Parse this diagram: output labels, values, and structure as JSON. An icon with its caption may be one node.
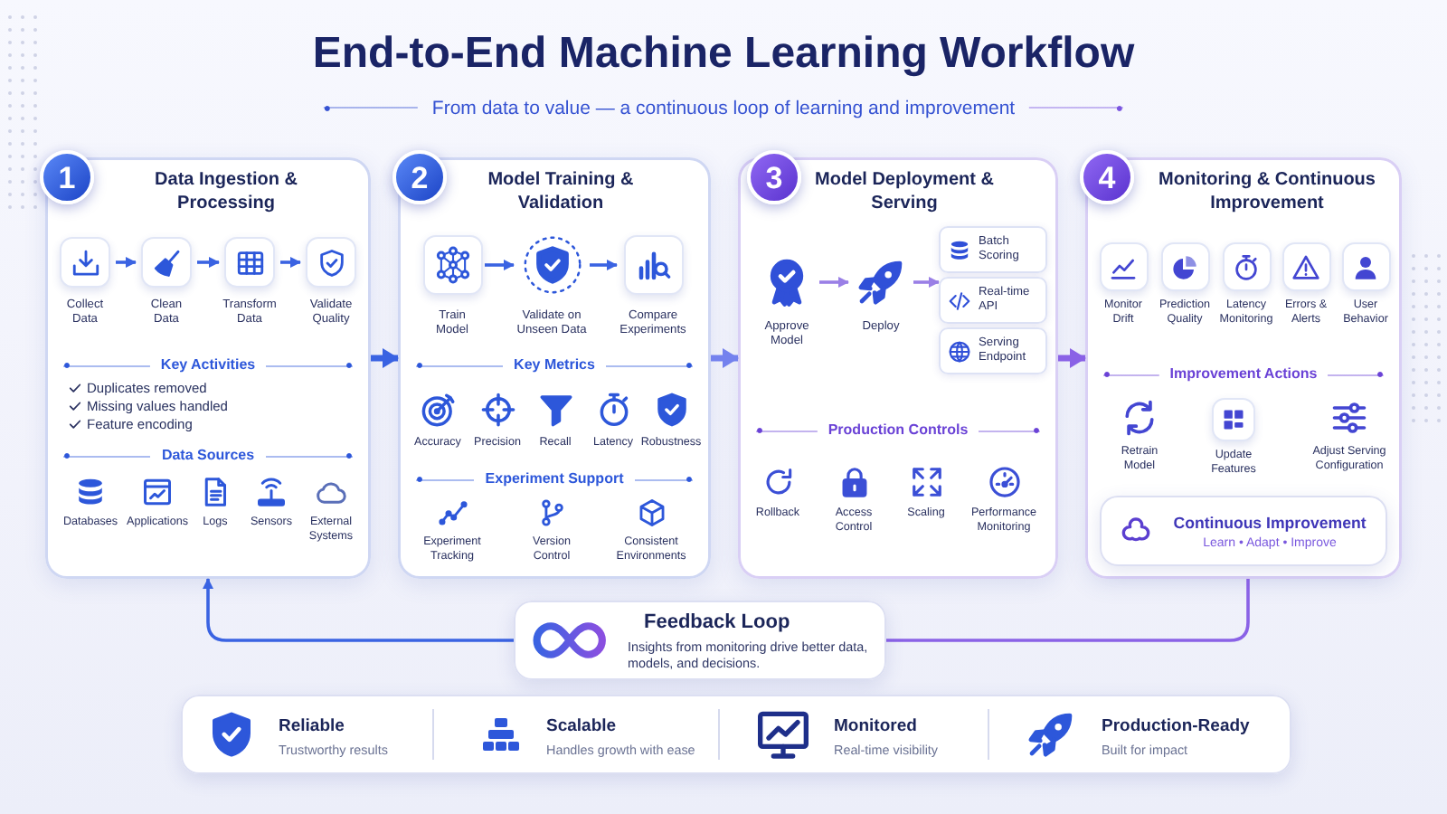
{
  "diagram": {
    "title": "End-to-End Machine Learning Workflow",
    "nodes": [
      {
        "text": [
          "Data Ingestion & Processing",
          "Key Activities",
          "Duplicates removed",
          "Missing values handled",
          "Feature encoding",
          "Data Sources",
          "Databases",
          "Applications",
          "Logs",
          "Sensors",
          "External Systems"
        ]
      },
      {
        "text": [
          "1"
        ]
      },
      {
        "text": [
          "Collect Data"
        ],
        "in": 0
      },
      {
        "text": [
          "Clean Data"
        ],
        "in": 0
      },
      {
        "text": [
          "Transform Data"
        ],
        "in": 0
      },
      {
        "text": [
          "Validate Quality"
        ],
        "in": 0
      },
      {
        "text": [
          "Model Training & Validation",
          "Key Metrics",
          "Accuracy",
          "Precision",
          "Recall",
          "Latency",
          "Robustness",
          "Experiment Support",
          "Experiment Tracking",
          "Version Control",
          "Consistent Environments"
        ]
      },
      {
        "text": [
          "2"
        ]
      },
      {
        "text": [
          "Train Model"
        ],
        "in": 6
      },
      {
        "text": [
          "Validate on Unseen Data"
        ],
        "in": 6
      },
      {
        "text": [
          "Compare Experiments"
        ],
        "in": 6
      },
      {
        "text": [
          "Model Deployment & Serving",
          "Production Controls",
          "Rollback",
          "Access Control",
          "Scaling",
          "Performance Monitoring"
        ]
      },
      {
        "text": [
          "3"
        ]
      },
      {
        "text": [
          "Approve Model"
        ],
        "in": 11
      },
      {
        "text": [
          "Deploy"
        ],
        "in": 11
      },
      {
        "text": [
          "Batch Scoring"
        ],
        "in": 11
      },
      {
        "text": [
          "Real-time API"
        ],
        "in": 11
      },
      {
        "text": [
          "Serving Endpoint"
        ],
        "in": 11
      },
      {
        "text": [
          "Monitoring & Continuous Improvement",
          "Monitor Drift",
          "Prediction Quality",
          "Latency Monitoring",
          "Errors & Alerts",
          "User Behavior",
          "Improvement Actions",
          "Retrain Model",
          "Update Features",
          "Adjust Serving Configuration"
        ]
      },
      {
        "text": [
          "4"
        ]
      },
      {
        "text": [
          "Continuous Improvement",
          "Learn • Adapt • Improve"
        ],
        "in": 18
      },
      {
        "text": [
          "Feedback Loop",
          "Insights from monitoring drive better data, models, and decisions."
        ]
      },
      {
        "text": [
          "Reliable",
          "Trustworthy results",
          "Scalable",
          "Handles growth with ease",
          "Monitored",
          "Real-time visibility",
          "Production-Ready",
          "Built for impact"
        ]
      }
    ],
    "edges": [
      {
        "from": 2,
        "to": 3,
        "arrow": "to"
      },
      {
        "from": 3,
        "to": 4,
        "arrow": "to"
      },
      {
        "from": 4,
        "to": 5,
        "arrow": "to"
      },
      {
        "from": 0,
        "to": 6,
        "arrow": "to",
        "style": "thick"
      },
      {
        "from": 8,
        "to": 9,
        "arrow": "to"
      },
      {
        "from": 9,
        "to": 10,
        "arrow": "to"
      },
      {
        "from": 6,
        "to": 11,
        "arrow": "to",
        "style": "thick",
        "color": "#7482ee"
      },
      {
        "from": 13,
        "to": 14,
        "arrow": "to",
        "color": "#9a7fe6"
      },
      {
        "from": 14,
        "to": 16,
        "arrow": "to",
        "color": "#9a7fe6"
      },
      {
        "from": 11,
        "to": 18,
        "arrow": "to",
        "style": "thick",
        "color": "#8a62e6"
      },
      {
        "from": 18,
        "to": 21,
        "arrow": "none",
        "color": "#8a62e6"
      },
      {
        "from": 21,
        "to": 0,
        "arrow": "to"
      }
    ],
    "labels": [
      "From data to value — a continuous loop of learning and improvement"
    ]
  }
}
